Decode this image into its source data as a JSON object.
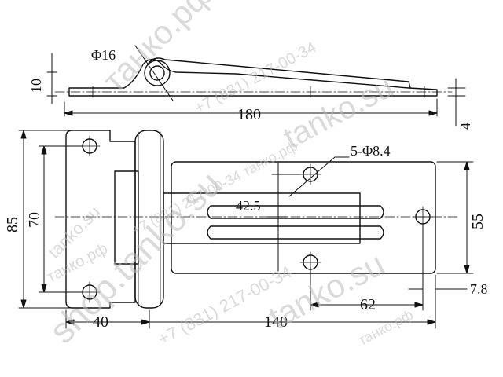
{
  "drawing": {
    "dimensions": {
      "top_length": "180",
      "pin_diameter": "Φ16",
      "side_height": "10",
      "plate_thickness": "4",
      "overall_height": "85",
      "hole_spacing_left": "70",
      "hole_spacing_right": "55",
      "hole_callout": "5-Φ8.4",
      "hole_offset": "42.5",
      "leaf_width_left": "40",
      "leaf_width_right": "140",
      "hole_pitch": "62",
      "edge_offset": "7.8"
    },
    "watermarks": [
      "shop.tanko.su",
      "+7 (831) 217-00-34",
      "tanko.su",
      "+7 (831) 217-00-34 танко.рф",
      "tanko.su",
      "+7 (831) 217-00-34",
      "танко.рф",
      "танко.рф",
      "tanko.su",
      "танко.рф"
    ]
  }
}
